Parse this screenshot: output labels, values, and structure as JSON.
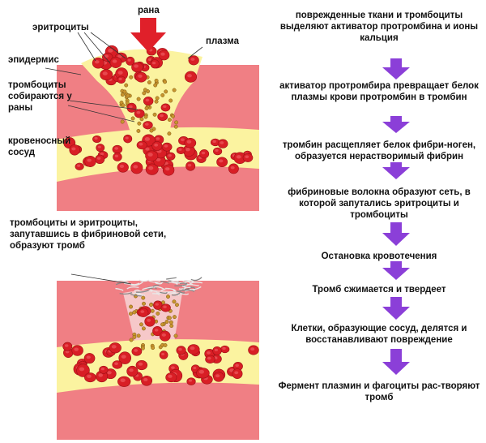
{
  "labels": {
    "wound": "рана",
    "erythrocytes": "эритроциты",
    "plasma": "плазма",
    "epidermis": "эпидермис",
    "platelets_gather": "тромбоциты собираются у раны",
    "blood_vessel": "кровеносный сосуд",
    "clot_caption": "тромбоциты и эритроциты, запутавшись в фибриновой сети, образуют тромб"
  },
  "steps": [
    "поврежденные ткани и тромбоциты выделяют активатор протромбина и ионы кальция",
    "активатор протромбира превращает белок плазмы крови протромбин в тромбин",
    "тромбин расщепляет белок фибри-ноген, образуется нерастворимый фибрин",
    "фибриновые волокна образуют сеть, в которой запутались эритроциты и тромбоциты",
    "Остановка кровотечения",
    "Тромб сжимается и твердеет",
    "Клетки, образующие сосуд, делятся и восстанавливают повреждение",
    "Фермент плазмин и фагоциты рас-творяют тромб"
  ],
  "colors": {
    "tissue": "#f07f84",
    "plasma": "#fbf3a0",
    "cell": "#d81e25",
    "platelet": "#c8952e",
    "arrow_purple": "#8b3fd8",
    "arrow_red": "#e0202a"
  }
}
